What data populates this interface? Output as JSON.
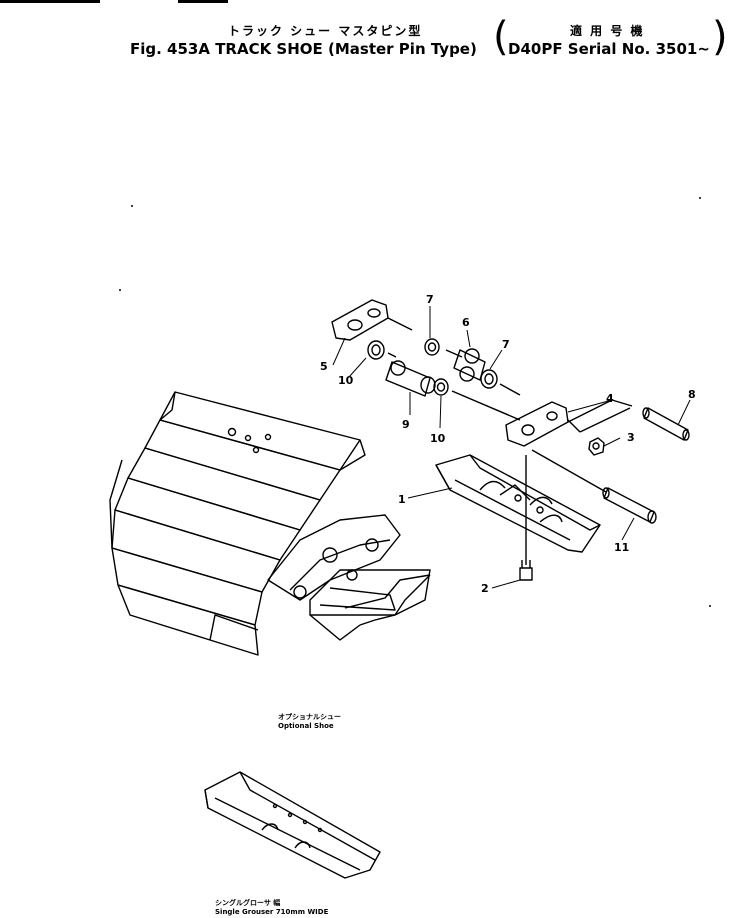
{
  "header": {
    "title_jp": "トラック シュー マスタピン型",
    "title_en": "Fig. 453A TRACK SHOE (Master Pin Type)",
    "applicable_jp": "適 用 号 機",
    "applicable_en": "D40PF Serial No. 3501~"
  },
  "callouts": [
    "1",
    "2",
    "3",
    "4",
    "5",
    "6",
    "7",
    "7",
    "8",
    "9",
    "10",
    "10",
    "11"
  ],
  "captions": {
    "optional_jp": "オプショナルシュー",
    "optional_en": "Optional Shoe",
    "single_jp": "シングルグローサ 幅",
    "single_en": "Single Grouser 710mm WIDE"
  }
}
